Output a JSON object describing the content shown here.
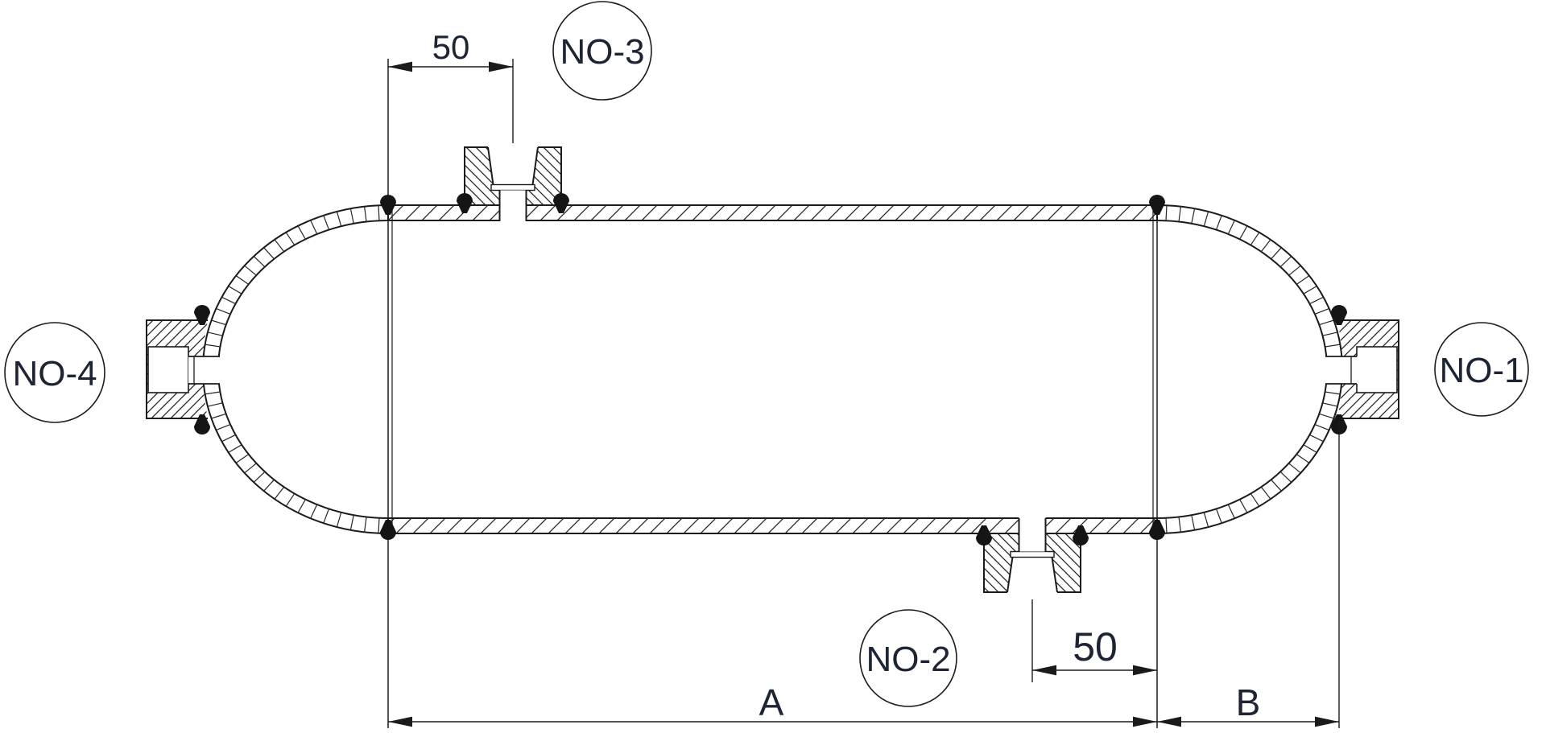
{
  "balloons": {
    "no1": {
      "label": "NO-1"
    },
    "no2": {
      "label": "NO-2"
    },
    "no3": {
      "label": "NO-3"
    },
    "no4": {
      "label": "NO-4"
    }
  },
  "dimensions": {
    "no3_offset": {
      "value": "50"
    },
    "no2_offset": {
      "value": "50"
    },
    "shell_length": {
      "value": "A"
    },
    "head_length": {
      "value": "B"
    }
  },
  "colors": {
    "line": "#1b1b1b",
    "text": "#1d2433",
    "paper": "#ffffff"
  }
}
